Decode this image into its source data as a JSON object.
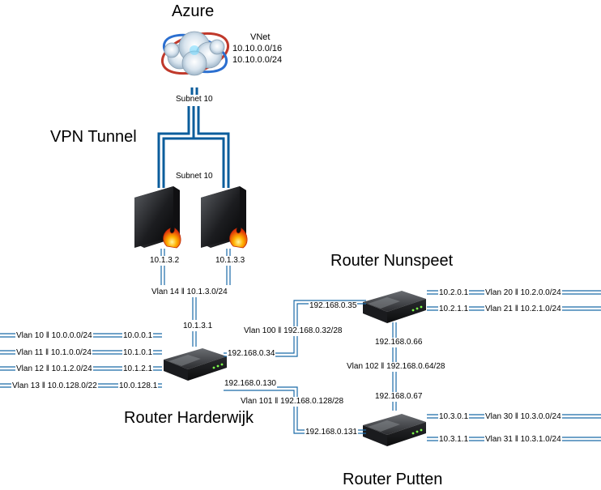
{
  "titles": {
    "azure": "Azure",
    "vpn_tunnel": "VPN Tunnel",
    "router_nunspeet": "Router Nunspeet",
    "router_harderwijk": "Router Harderwijk",
    "router_putten": "Router Putten"
  },
  "azure": {
    "vnet_label": "VNet",
    "vnet_cidr": "10.10.0.0/16",
    "subnet_cidr": "10.10.0.0/24",
    "subnet_top": "Subnet 10",
    "subnet_mid": "Subnet 10"
  },
  "firewalls": {
    "left_ip": "10.1.3.2",
    "right_ip": "10.1.3.3"
  },
  "links": {
    "vlan14": "Vlan 14 ‖ 10.1.3.0/24",
    "harderwijk_uplink_ip": "10.1.3.1",
    "vlan100": "Vlan 100 ‖ 192.168.0.32/28",
    "nunspeet_ip_100": "192.168.0.35",
    "harderwijk_ip_100": "192.168.0.34",
    "vlan101": "Vlan 101 ‖ 192.168.0.128/28",
    "harderwijk_ip_101": "192.168.0.130",
    "putten_ip_101": "192.168.0.131",
    "vlan102": "Vlan 102 ‖ 192.168.0.64/28",
    "nunspeet_ip_102": "192.168.0.66",
    "putten_ip_102": "192.168.0.67"
  },
  "harderwijk_vlans": [
    {
      "name": "Vlan 10 ‖ 10.0.0.0/24",
      "gw": "10.0.0.1"
    },
    {
      "name": "Vlan 11 ‖ 10.1.0.0/24",
      "gw": "10.1.0.1"
    },
    {
      "name": "Vlan 12 ‖ 10.1.2.0/24",
      "gw": "10.1.2.1"
    },
    {
      "name": "Vlan 13 ‖ 10.0.128.0/22",
      "gw": "10.0.128.1"
    }
  ],
  "nunspeet_vlans": [
    {
      "name": "Vlan 20 ‖ 10.2.0.0/24",
      "gw": "10.2.0.1"
    },
    {
      "name": "Vlan 21 ‖ 10.2.1.0/24",
      "gw": "10.2.1.1"
    }
  ],
  "putten_vlans": [
    {
      "name": "Vlan 30 ‖ 10.3.0.0/24",
      "gw": "10.3.0.1"
    },
    {
      "name": "Vlan 31 ‖ 10.3.1.0/24",
      "gw": "10.3.1.1"
    }
  ],
  "icons": {
    "cloud": "azure-cloud-icon",
    "firewall": "firewall-server-icon",
    "router": "router-icon"
  },
  "colors": {
    "link_blue": "#1a6aa8",
    "tunnel_blue": "#0b5d9c",
    "thin_black": "#222222"
  }
}
